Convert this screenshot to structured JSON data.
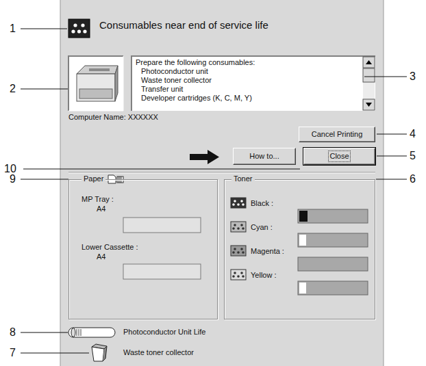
{
  "diagram": {
    "nodes": [
      {
        "text": [
          "Consumables near end of service life",
          "Computer Name: XXXXXX",
          "Photoconductor Unit Life",
          "Waste toner collector"
        ]
      },
      {
        "text": [
          "Prepare the following consumables:",
          "Photoconductor unit",
          "Waste toner collector",
          "Transfer unit",
          "Developer cartridges (K, C, M, Y)"
        ],
        "in": 0
      },
      {
        "text": [
          "Cancel Printing"
        ],
        "in": 0
      },
      {
        "text": [
          "How to..."
        ],
        "in": 0
      },
      {
        "text": [
          "Close"
        ],
        "in": 0
      },
      {
        "text": [
          "Paper",
          "MP Tray :",
          "A4",
          "Lower Cassette :",
          "A4"
        ],
        "in": 0
      },
      {
        "text": [
          "Toner",
          "Black :",
          "Cyan :",
          "Magenta :",
          "Yellow :"
        ],
        "in": 0
      }
    ],
    "labels": [
      "1",
      "2",
      "3",
      "4",
      "5",
      "10",
      "9",
      "6",
      "8",
      "7"
    ]
  }
}
